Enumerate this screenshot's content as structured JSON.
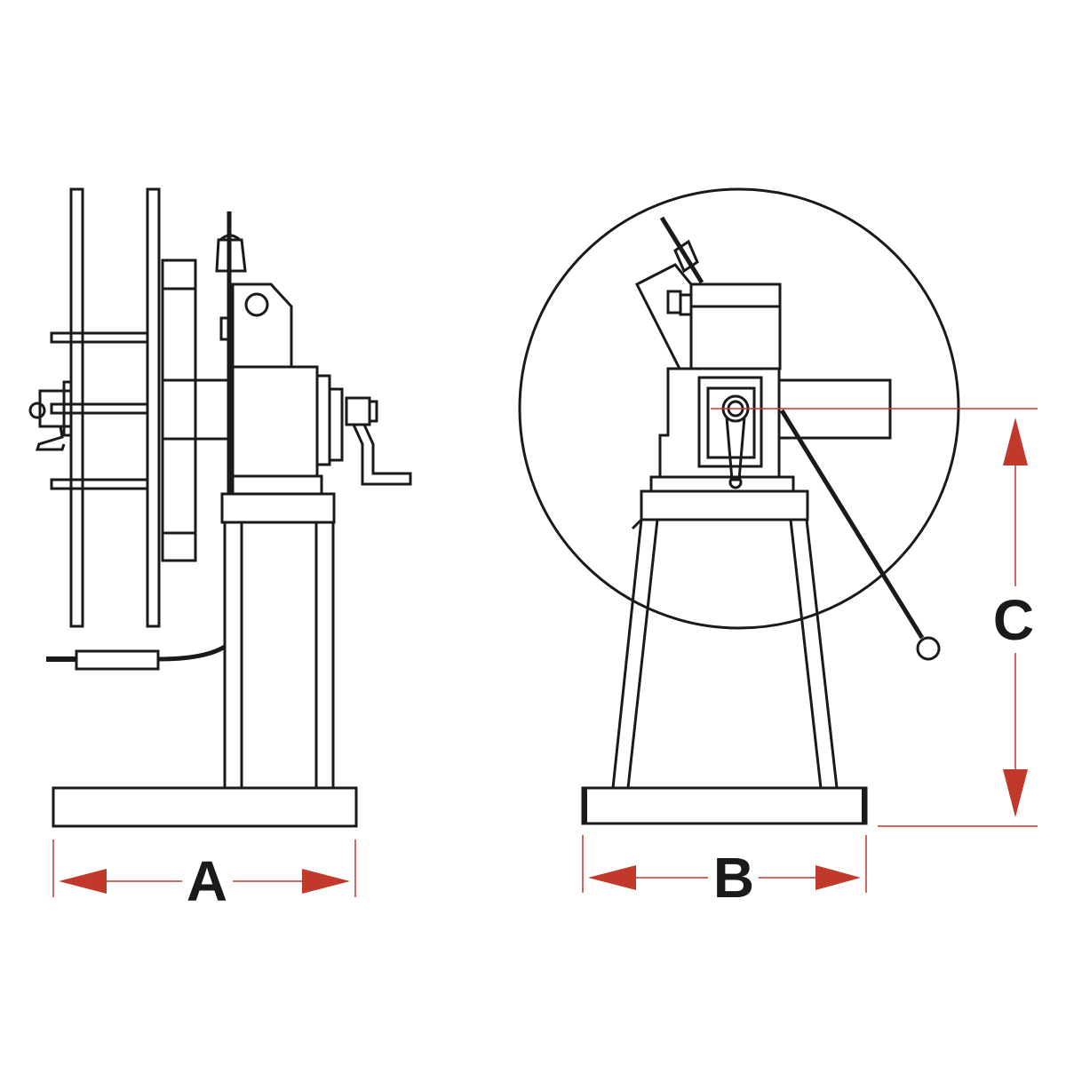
{
  "colors": {
    "line": "#1a1a1a",
    "dimension": "#c0392b",
    "background": "#ffffff"
  },
  "dimensions": {
    "a_label": "A",
    "b_label": "B",
    "c_label": "C"
  }
}
